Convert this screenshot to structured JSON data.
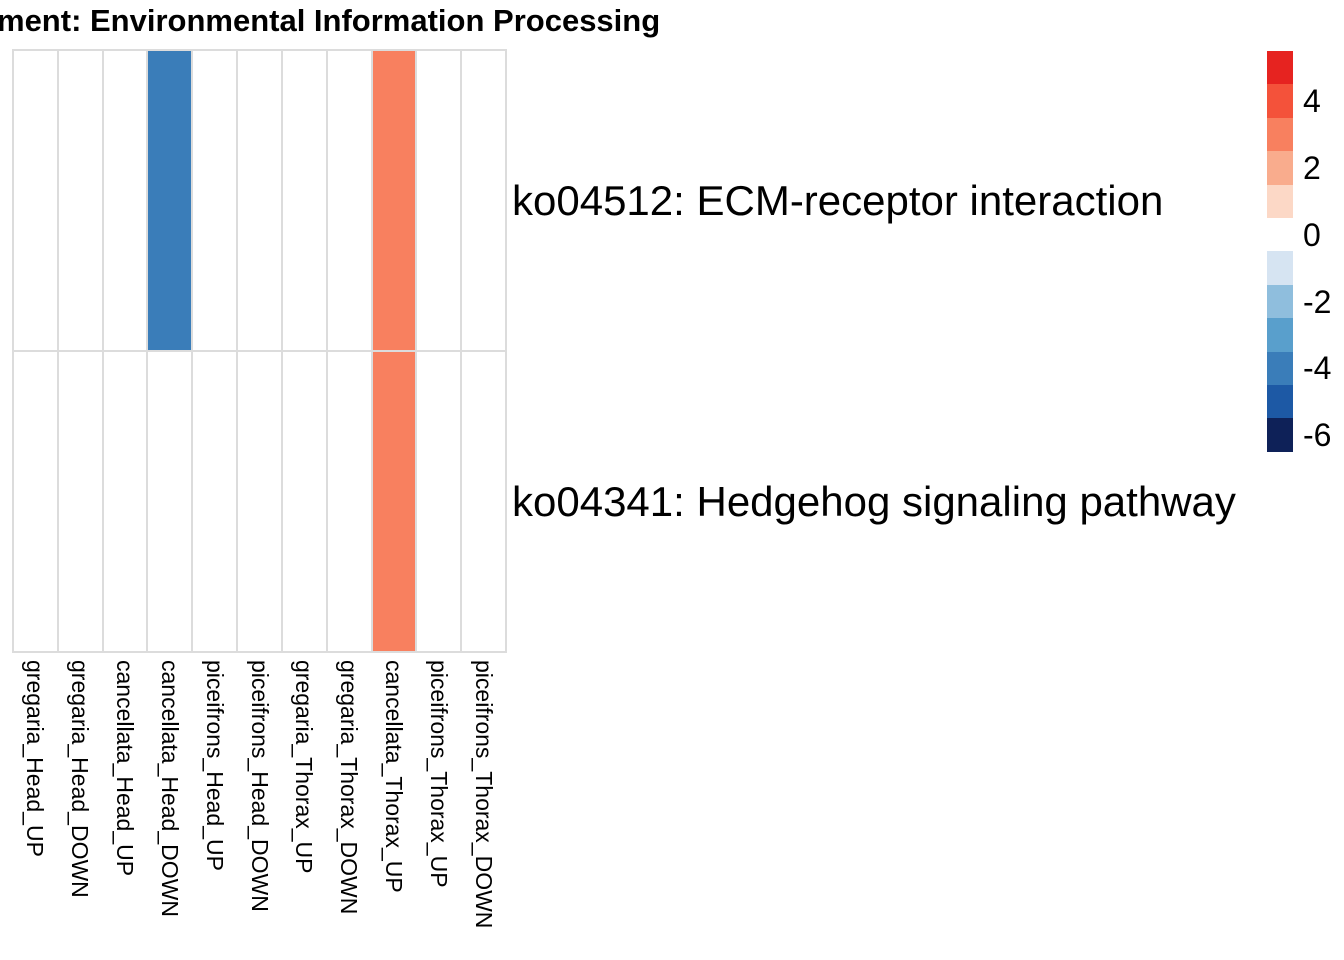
{
  "title": "ment: Environmental Information Processing",
  "chart_data": {
    "type": "heatmap",
    "title": "ment: Environmental Information Processing",
    "rows": [
      "ko04512: ECM-receptor interaction",
      "ko04341: Hedgehog signaling pathway"
    ],
    "columns": [
      "gregaria_Head_UP",
      "gregaria_Head_DOWN",
      "cancellata_Head_UP",
      "cancellata_Head_DOWN",
      "piceifrons_Head_UP",
      "piceifrons_Head_DOWN",
      "gregaria_Thorax_UP",
      "gregaria_Thorax_DOWN",
      "cancellata_Thorax_UP",
      "piceifrons_Thorax_UP",
      "piceifrons_Thorax_DOWN"
    ],
    "values": [
      [
        null,
        null,
        null,
        -4,
        null,
        null,
        null,
        null,
        3,
        null,
        null
      ],
      [
        null,
        null,
        null,
        null,
        null,
        null,
        null,
        null,
        3,
        null,
        null
      ]
    ],
    "empty_cell_color": "#ffffff",
    "grid_line_color": "#dcdcdc",
    "legend": {
      "position": "right",
      "ticks": [
        "4",
        "2",
        "0",
        "-2",
        "-4",
        "-6"
      ],
      "bins": [
        {
          "value": 5,
          "color": "#e62320",
          "label": ""
        },
        {
          "value": 4,
          "color": "#f4523a",
          "label": "4"
        },
        {
          "value": 3,
          "color": "#f8805f",
          "label": ""
        },
        {
          "value": 2,
          "color": "#f9ac8d",
          "label": "2"
        },
        {
          "value": 1,
          "color": "#fcd8c6",
          "label": ""
        },
        {
          "value": 0,
          "color": "#ffffff",
          "label": "0"
        },
        {
          "value": -1,
          "color": "#d6e4f2",
          "label": ""
        },
        {
          "value": -2,
          "color": "#8fbedd",
          "label": "-2"
        },
        {
          "value": -3,
          "color": "#599fcc",
          "label": ""
        },
        {
          "value": -4,
          "color": "#3a7db9",
          "label": "-4"
        },
        {
          "value": -5,
          "color": "#1d59a5",
          "label": ""
        },
        {
          "value": -6,
          "color": "#0e2158",
          "label": "-6"
        }
      ]
    }
  }
}
